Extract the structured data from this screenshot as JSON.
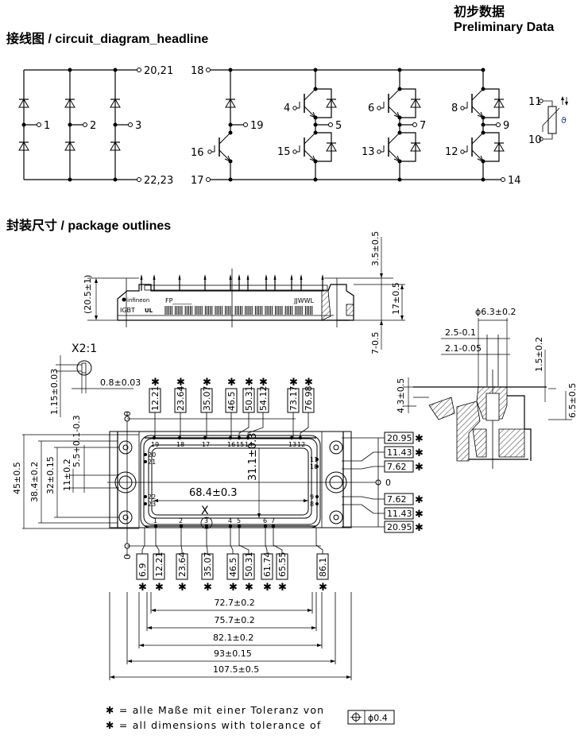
{
  "header": {
    "circuit_title": "接线图 / circuit_diagram_headline",
    "preliminary_cn": "初步数据",
    "preliminary_en": "Preliminary Data",
    "package_title": "封装尺寸 / package outlines"
  },
  "circuit": {
    "rectifier": {
      "top_terminal": "20,21",
      "bottom_terminal": "22,23",
      "phase_terminals": [
        "1",
        "2",
        "3"
      ]
    },
    "brake": {
      "plus": "18",
      "minus": "17",
      "output": "19",
      "gate": "16"
    },
    "inverter": {
      "legs": [
        {
          "high_gate": "4",
          "low_gate": "15",
          "output": "5"
        },
        {
          "high_gate": "6",
          "low_gate": "13",
          "output": "7"
        },
        {
          "high_gate": "8",
          "low_gate": "12",
          "output": "9"
        }
      ],
      "minus_terminal": "14"
    },
    "ntc": {
      "pin_a": "11",
      "pin_b": "10",
      "symbol": "ϑ"
    }
  },
  "package": {
    "side_view": {
      "height_overall": "(20.5±1)",
      "pin_top": "3.5±0.5",
      "body_height": "17±0.5",
      "pin_bottom": "7-0.5",
      "marking_brand": "infineon",
      "marking_type": "IGBT",
      "marking_part": "FP______",
      "marking_code": "JJWWL",
      "marking_ul": "UL"
    },
    "pin_detail": {
      "scale_label": "X2:1",
      "height": "1.15±0.03",
      "width": "0.8±0.03"
    },
    "screw_detail": {
      "diameter": "ϕ6.3±0.2",
      "w1": "2.5-0.1",
      "w2": "2.1-0.05",
      "h1": "1.5±0.2",
      "depth": "4.3±0.5",
      "h2": "6.5±0.5"
    },
    "top_view": {
      "top_pin_dims": [
        "12.21",
        "23.64",
        "35.07",
        "46.5",
        "50.31",
        "54.12",
        "73.17",
        "76.98"
      ],
      "top_pin_numbers": [
        "19",
        "18",
        "17",
        "16",
        "15",
        "14",
        "13",
        "12"
      ],
      "bottom_pin_dims": [
        "6.9",
        "12.21",
        "23.64",
        "35.07",
        "46.5",
        "50.31",
        "61.74",
        "65.55",
        "86.1"
      ],
      "bottom_pin_numbers": [
        "1",
        "2",
        "3",
        "4",
        "5",
        "6",
        "7"
      ],
      "left_pin_numbers": [
        "20",
        "21",
        "22",
        "23"
      ],
      "right_pin_numbers": [
        "11",
        "10",
        "9",
        "8"
      ],
      "right_dims": [
        "20.95",
        "11.43",
        "7.62",
        "0",
        "7.62",
        "11.43",
        "20.95"
      ],
      "left_dims": [
        "45±0.5",
        "38.4±0.2",
        "32±0.15",
        "11±0.2",
        "5.5+0.1-0.3"
      ],
      "origin_label": "0",
      "inner_width": "68.4±0.3",
      "inner_height": "31.1±0.3",
      "marker_x": "X",
      "horizontal_dims": [
        "72.7±0.2",
        "75.7±0.2",
        "82.1±0.2",
        "93±0.15",
        "107.5±0.5"
      ],
      "star": "✱"
    },
    "notes": {
      "de": "✱ =  alle Maße mit einer Toleranz von",
      "en": "✱ =  all dimensions with tolerance of",
      "position_tolerance": "ϕ0.4"
    }
  }
}
